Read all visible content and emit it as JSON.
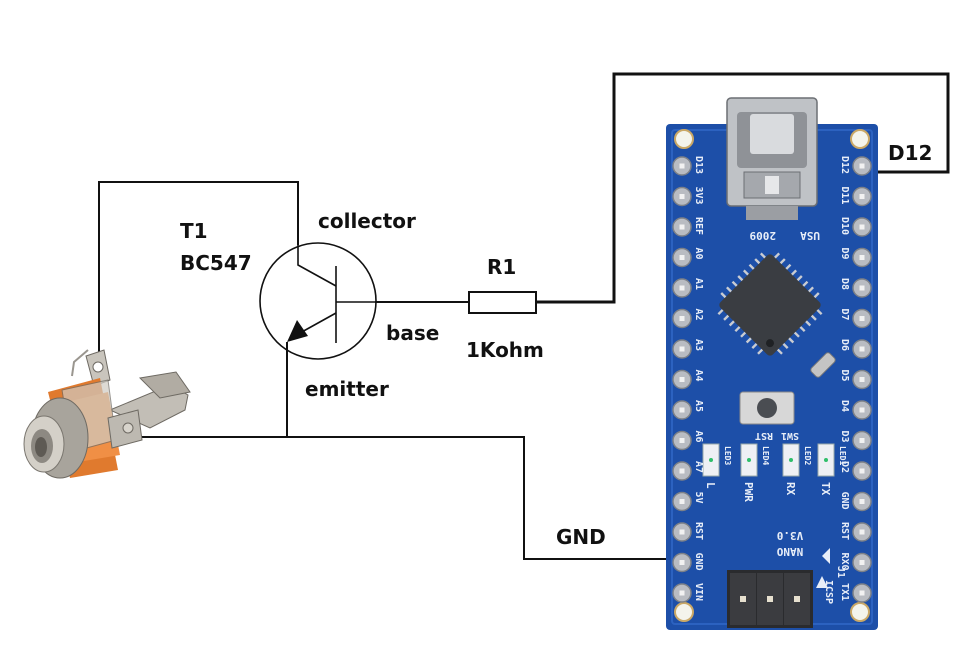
{
  "transistor": {
    "ref": "T1",
    "part": "BC547",
    "collector_label": "collector",
    "base_label": "base",
    "emitter_label": "emitter"
  },
  "resistor": {
    "ref": "R1",
    "value": "1Kohm"
  },
  "nets": {
    "d12_label": "D12",
    "gnd_label": "GND"
  },
  "board": {
    "left_pins": [
      "D13",
      "3V3",
      "REF",
      "A0",
      "A1",
      "A2",
      "A3",
      "A4",
      "A5",
      "A6",
      "A7",
      "5V",
      "RST",
      "GND",
      "VIN"
    ],
    "right_pins": [
      "D12",
      "D11",
      "D10",
      "D9",
      "D8",
      "D7",
      "D6",
      "D5",
      "D4",
      "D3",
      "D2",
      "GND",
      "RST",
      "RX0",
      "TX1"
    ],
    "leds": [
      "L",
      "PWR",
      "RX",
      "TX"
    ],
    "led_tags": [
      "LED3",
      "LED4",
      "LED2",
      "LED1"
    ],
    "silk_name": "NANO",
    "silk_version": "V3.0",
    "silk_usa": "USA",
    "silk_year": "2009",
    "silk_rst": "RST",
    "silk_sw": "SW1",
    "silk_icsp": "ICSP",
    "silk_j1": "J1",
    "colors": {
      "pcb": "#1d4fa8",
      "pcb_dark": "#163f8a",
      "pad": "#b9bcc2",
      "chip": "#3a3d42"
    }
  },
  "colors": {
    "wire": "#111111",
    "jack_orange": "#e07a2e",
    "jack_metal": "#b8b4ac"
  }
}
